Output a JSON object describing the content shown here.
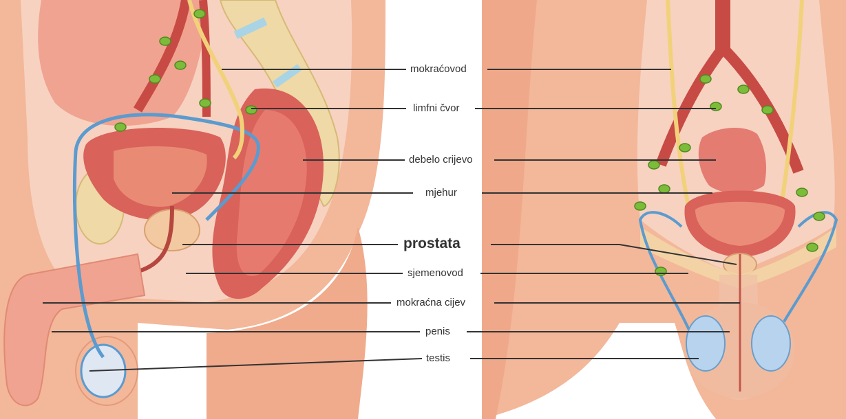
{
  "colors": {
    "skin": "#f3b79a",
    "skin_dark": "#e89a78",
    "organ": "#d9625a",
    "organ_light": "#f0a390",
    "vessel_red": "#c84a44",
    "vessel_blue": "#5b9bcf",
    "ureter_yellow": "#f1d27a",
    "lymph_green": "#7dbb3a",
    "bone": "#efd9a6",
    "leader_line": "#333333",
    "label_text": "#333333"
  },
  "labels": [
    {
      "id": "ureter",
      "text": "mokraćovod",
      "bold": false
    },
    {
      "id": "lymph-node",
      "text": "limfni čvor",
      "bold": false
    },
    {
      "id": "colon",
      "text": "debelo crijevo",
      "bold": false
    },
    {
      "id": "bladder",
      "text": "mjehur",
      "bold": false
    },
    {
      "id": "prostate",
      "text": "prostata",
      "bold": true
    },
    {
      "id": "vas-deferens",
      "text": "sjemenovod",
      "bold": false
    },
    {
      "id": "urethra",
      "text": "mokraćna cijev",
      "bold": false
    },
    {
      "id": "penis",
      "text": "penis",
      "bold": false
    },
    {
      "id": "testis",
      "text": "testis",
      "bold": false
    }
  ]
}
